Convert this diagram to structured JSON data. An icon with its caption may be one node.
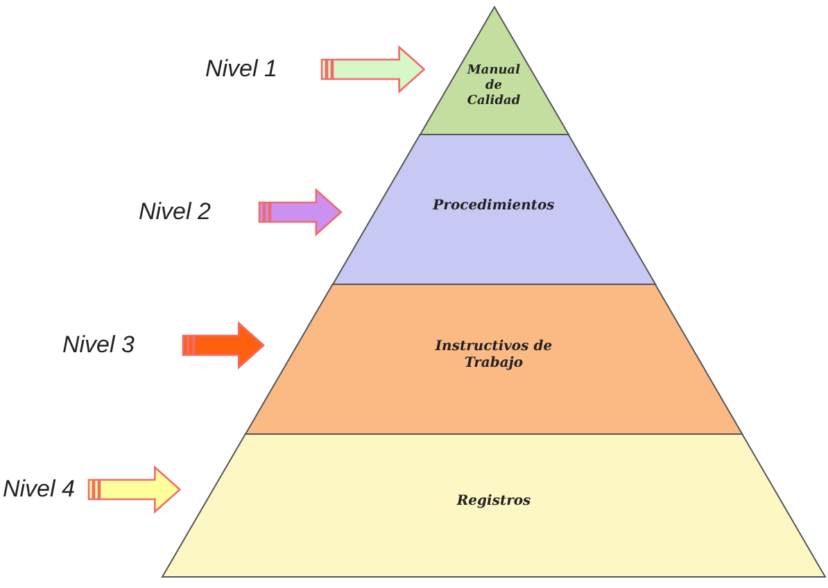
{
  "diagram": {
    "nodes": [
      {
        "text": [
          "Manual de Calidad"
        ]
      },
      {
        "text": [
          "Procedimientos"
        ]
      },
      {
        "text": [
          "Instructivos de Trabajo"
        ]
      },
      {
        "text": [
          "Registros"
        ]
      },
      {
        "text": [
          "Nivel 1"
        ]
      },
      {
        "text": [
          "Nivel 2"
        ]
      },
      {
        "text": [
          "Nivel 3"
        ]
      },
      {
        "text": [
          "Nivel 4"
        ]
      }
    ],
    "edges": [
      {
        "from": 4,
        "to": 0,
        "arrow": "to",
        "color": "#d6f7c8"
      },
      {
        "from": 5,
        "to": 1,
        "arrow": "to",
        "color": "#cc8ff2"
      },
      {
        "from": 6,
        "to": 2,
        "arrow": "to",
        "color": "#ff6010"
      },
      {
        "from": 7,
        "to": 3,
        "arrow": "to",
        "color": "#ffff99"
      }
    ]
  }
}
